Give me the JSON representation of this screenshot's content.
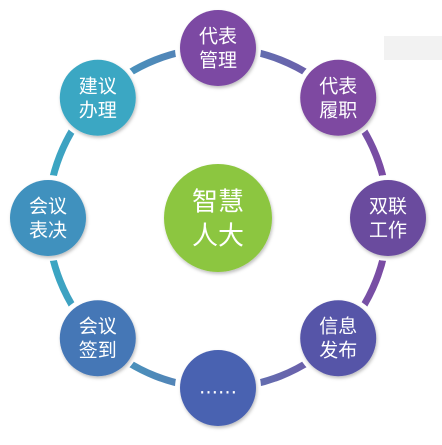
{
  "center": {
    "line1": "智慧",
    "line2": "人大",
    "color": "#8cc63f"
  },
  "nodes": [
    {
      "line1": "代表",
      "line2": "管理",
      "color": "#7b4aa3"
    },
    {
      "line1": "代表",
      "line2": "履职",
      "color": "#7e48a1"
    },
    {
      "line1": "双联",
      "line2": "工作",
      "color": "#6a4c9e"
    },
    {
      "line1": "信息",
      "line2": "发布",
      "color": "#5655a8"
    },
    {
      "line1": "……",
      "line2": "",
      "color": "#4a62b1"
    },
    {
      "line1": "会议",
      "line2": "签到",
      "color": "#4577b6"
    },
    {
      "line1": "会议",
      "line2": "表决",
      "color": "#3f91be"
    },
    {
      "line1": "建议",
      "line2": "办理",
      "color": "#3aa7c3"
    }
  ],
  "colors": {
    "ring_start": "#3aa7c3",
    "ring_end": "#7b4aa3"
  }
}
